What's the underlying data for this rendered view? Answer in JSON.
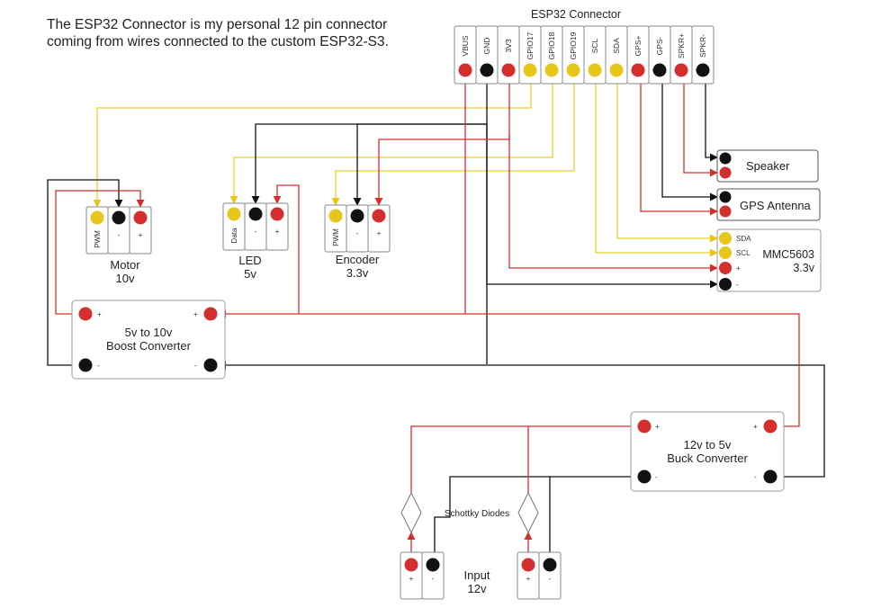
{
  "note": {
    "line1": "The ESP32 Connector is my personal 12 pin connector",
    "line2": "coming from wires connected to the custom ESP32-S3."
  },
  "colors": {
    "red": "#d32f2f",
    "black": "#111111",
    "yellow": "#e6c619",
    "box": "#888888",
    "wire_yellow": "#ead12a"
  },
  "connector": {
    "title": "ESP32 Connector",
    "pins": [
      {
        "label": "VBUS",
        "color": "red"
      },
      {
        "label": "GND",
        "color": "black"
      },
      {
        "label": "3V3",
        "color": "red"
      },
      {
        "label": "GPIO17",
        "color": "yellow"
      },
      {
        "label": "GPIO18",
        "color": "yellow"
      },
      {
        "label": "GPIO19",
        "color": "yellow"
      },
      {
        "label": "SCL",
        "color": "yellow"
      },
      {
        "label": "SDA",
        "color": "yellow"
      },
      {
        "label": "GPS+",
        "color": "red"
      },
      {
        "label": "GPS-",
        "color": "black"
      },
      {
        "label": "SPKR+",
        "color": "red"
      },
      {
        "label": "SPKR-",
        "color": "black"
      }
    ]
  },
  "motor": {
    "name": "Motor",
    "voltage": "10v",
    "pins": [
      {
        "label": "PWM",
        "color": "yellow"
      },
      {
        "label": "-",
        "color": "black"
      },
      {
        "label": "+",
        "color": "red"
      }
    ]
  },
  "led": {
    "name": "LED",
    "voltage": "5v",
    "pins": [
      {
        "label": "Data",
        "color": "yellow"
      },
      {
        "label": "-",
        "color": "black"
      },
      {
        "label": "+",
        "color": "red"
      }
    ]
  },
  "encoder": {
    "name": "Encoder",
    "voltage": "3.3v",
    "pins": [
      {
        "label": "PWM",
        "color": "yellow"
      },
      {
        "label": "-",
        "color": "black"
      },
      {
        "label": "+",
        "color": "red"
      }
    ]
  },
  "speaker": {
    "name": "Speaker"
  },
  "gps": {
    "name": "GPS Antenna"
  },
  "mmc": {
    "name": "MMC5603",
    "voltage": "3.3v",
    "pins": [
      {
        "label": "SDA",
        "color": "yellow"
      },
      {
        "label": "SCL",
        "color": "yellow"
      },
      {
        "label": "+",
        "color": "red"
      },
      {
        "label": "-",
        "color": "black"
      }
    ]
  },
  "boost": {
    "name1": "5v to 10v",
    "name2": "Boost Converter",
    "plus": "+",
    "minus": "-"
  },
  "buck": {
    "name1": "12v to 5v",
    "name2": "Buck Converter",
    "plus": "+",
    "minus": "-"
  },
  "input": {
    "name": "Input",
    "voltage": "12v",
    "plus": "+",
    "minus": "-"
  },
  "diodes": {
    "label": "Schottky Diodes"
  }
}
